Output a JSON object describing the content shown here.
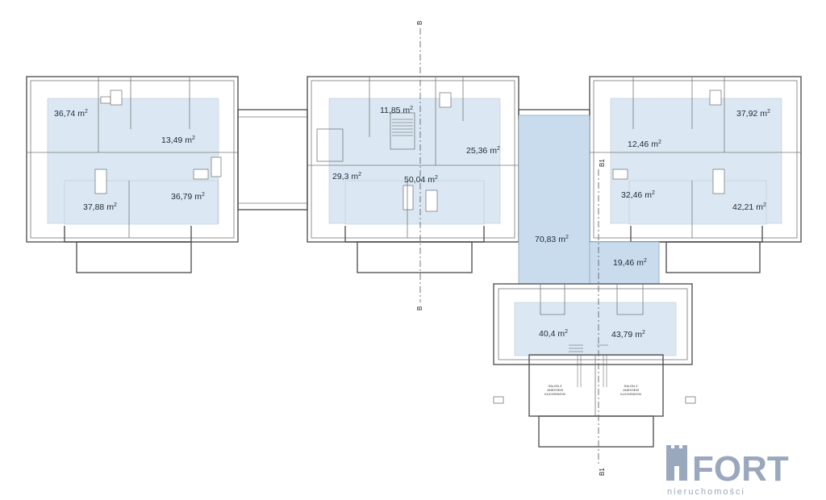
{
  "rooms": {
    "r1": "36,74 m",
    "r2": "13,49 m",
    "r3": "37,88 m",
    "r4": "36,79 m",
    "r5": "11,85 m",
    "r6": "25,36 m",
    "r7": "29,3 m",
    "r8": "50,04 m",
    "r9": "37,92 m",
    "r10": "12,46 m",
    "r11": "32,46 m",
    "r12": "42,21 m",
    "r13": "70,83 m",
    "r14": "19,46 m",
    "r15": "40,4 m",
    "r16": "43,79 m"
  },
  "superscript": "2",
  "section_labels": {
    "b_top": "B",
    "b_bottom": "B",
    "b1_top": "B1",
    "b1_bottom": "B1"
  },
  "salon_label_left": [
    "SALON Z",
    "ANEKSEM",
    "KUCHENNYM"
  ],
  "salon_label_right": [
    "SALON Z",
    "ANEKSEM",
    "KUCHENNYM"
  ],
  "logo": {
    "name": "FORT",
    "tagline": "nieruchomości",
    "color": "#9aa8bd"
  },
  "colors": {
    "room_fill": "#dbe8f3",
    "wall": "#555555"
  }
}
